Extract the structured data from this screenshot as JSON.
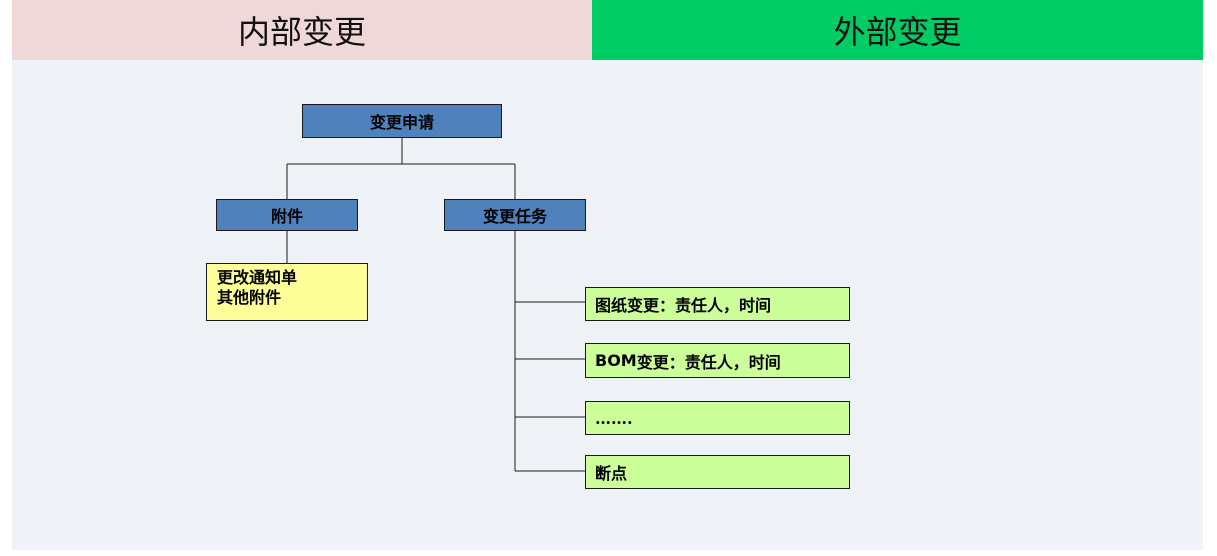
{
  "header": {
    "internal_label": "内部变更",
    "external_label": "外部变更"
  },
  "diagram": {
    "root": "变更申请",
    "attachment": "附件",
    "task": "变更任务",
    "attachment_notes": [
      "更改通知单",
      "其他附件"
    ],
    "task_items": {
      "drawing": "图纸变更：责任人，时间",
      "bom_prefix": "BOM",
      "bom_rest": "变更：责任人，时间",
      "ellipsis": "…….",
      "breakpoint": "断点"
    }
  },
  "colors": {
    "internal_bg": "#f0d8d8",
    "external_bg": "#00cc66",
    "canvas_bg": "#eff2f7",
    "blue_node": "#4f81bd",
    "yellow_node": "#ffff99",
    "green_node": "#ccff99"
  }
}
